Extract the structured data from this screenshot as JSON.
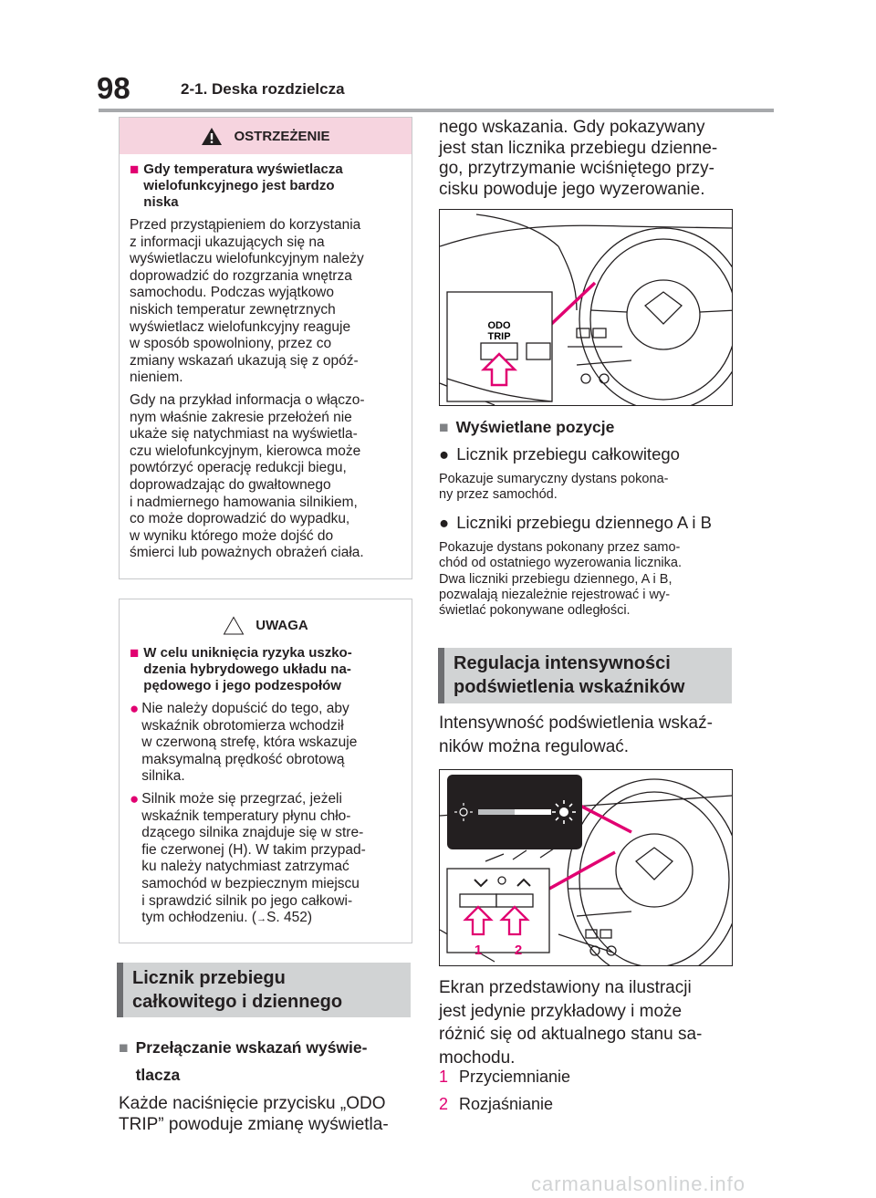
{
  "header": {
    "page_number": "98",
    "chapter": "2-1. Deska rozdzielcza"
  },
  "warning": {
    "heading": "OSTRZEŻENIE",
    "title": "Gdy temperatura wyświetlacza\nwielofunkcyjnego jest bardzo\nniska",
    "para1": "Przed przystąpieniem do korzystania\nz informacji ukazujących się na\nwyświetlaczu wielofunkcyjnym należy\ndoprowadzić do rozgrzania wnętrza\nsamochodu. Podczas wyjątkowo\nniskich temperatur zewnętrznych\nwyświetlacz wielofunkcyjny reaguje\nw sposób spowolniony, przez co\nzmiany wskazań ukazują się z opóź-\nnieniem.",
    "para2": "Gdy na przykład informacja o włączo-\nnym właśnie zakresie przełożeń nie\nukaże się natychmiast na wyświetla-\nczu wielofunkcyjnym, kierowca może\npowtórzyć operację redukcji biegu,\ndoprowadzając do gwałtownego\ni nadmiernego hamowania silnikiem,\nco może doprowadzić do wypadku,\nw wyniku którego może dojść do\nśmierci lub poważnych obrażeń ciała."
  },
  "caution": {
    "heading": "UWAGA",
    "title": "W celu uniknięcia ryzyka uszko-\ndzenia hybrydowego układu na-\npędowego i jego podzespołów",
    "bullet1": "Nie należy dopuścić do tego, aby\nwskaźnik obrotomierza wchodził\nw czerwoną strefę, która wskazuje\nmaksymalną prędkość obrotową\nsilnika.",
    "bullet2": "Silnik może się przegrzać, jeżeli\nwskaźnik temperatury płynu chło-\ndzącego silnika znajduje się w stre-\nfie czerwonej (H). W takim przypad-\nku należy natychmiast zatrzymać\nsamochód w bezpiecznym miejscu\ni sprawdzić silnik po jego całkowi-\ntym ochłodzeniu. (",
    "bullet2_ref": "S. 452)"
  },
  "section1": {
    "heading": "Licznik przebiegu\ncałkowitego i dziennego",
    "subhead": "Przełączanie wskazań wyświe-\ntlacza",
    "text": "Każde naciśnięcie przycisku „ODO\nTRIP” powoduje zmianę wyświetla-"
  },
  "right": {
    "continued": "nego wskazania. Gdy pokazywany\njest stan licznika przebiegu dzienne-\ngo, przytrzymanie wciśniętego przy-\ncisku powoduje jego wyzerowanie.",
    "illustration1_label_1": "ODO",
    "illustration1_label_2": "TRIP",
    "subhead": "Wyświetlane pozycje",
    "item1_title": "Licznik przebiegu całkowitego",
    "item1_text": "Pokazuje sumaryczny dystans pokona-\nny przez samochód.",
    "item2_title": "Liczniki przebiegu dziennego A i B",
    "item2_text": "Pokazuje dystans pokonany przez samo-\nchód od ostatniego wyzerowania licznika.\nDwa liczniki przebiegu dziennego, A i B,\npozwalają niezależnie rejestrować i wy-\nświetlać pokonywane odległości."
  },
  "section2": {
    "heading": "Regulacja intensywności\npodświetlenia wskaźników",
    "text": "Intensywność podświetlenia wskaź-\nników można regulować.",
    "callout1": "1",
    "callout2": "2",
    "note": "Ekran przedstawiony na ilustracji\njest jedynie przykładowy i może\nróżnić się od aktualnego stanu sa-\nmochodu.",
    "list": [
      {
        "n": "1",
        "label": "Przyciemnianie"
      },
      {
        "n": "2",
        "label": "Rozjaśnianie"
      }
    ]
  },
  "footer": {
    "watermark": "carmanualsonline.info"
  },
  "colors": {
    "accent": "#e10071",
    "warning_header": "#f6d4df",
    "section_bar": "#d1d3d4"
  }
}
